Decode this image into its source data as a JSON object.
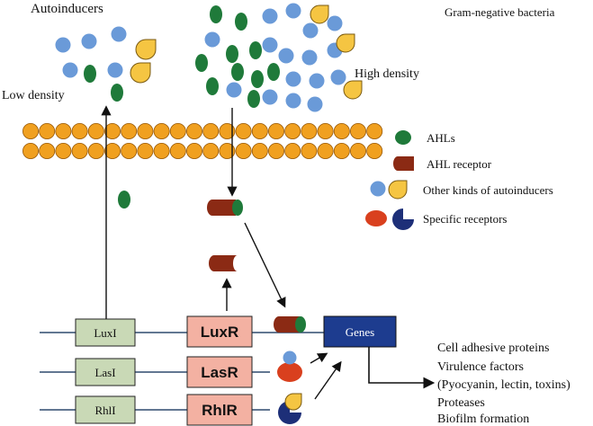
{
  "labels": {
    "autoinducers": "Autoinducers",
    "low_density": "Low density",
    "high_density": "High density",
    "gram_negative": "Gram-negative bacteria"
  },
  "legend": {
    "items": [
      {
        "label": "AHLs"
      },
      {
        "label": "AHL receptor"
      },
      {
        "label": "Other kinds of autoinducers"
      },
      {
        "label": "Specific receptors"
      }
    ]
  },
  "genes": {
    "rows": [
      {
        "synthase": "LuxI",
        "regulator": "LuxR"
      },
      {
        "synthase": "LasI",
        "regulator": "LasR"
      },
      {
        "synthase": "RhlI",
        "regulator": "RhlR"
      }
    ],
    "target_label": "Genes"
  },
  "outcomes": [
    "Cell adhesive proteins",
    "Virulence factors",
    "(Pyocyanin, lectin, toxins)",
    "Proteases",
    "Biofilm formation"
  ],
  "colors": {
    "ahl_green": "#1f7a3a",
    "receptor_red": "#8b2a14",
    "autoinducer_blue": "#6a9ad8",
    "autoinducer_yellow": "#f5c542",
    "specific_receptor_red": "#d9401e",
    "specific_receptor_navy": "#1d2f78",
    "membrane_orange": "#f0a020",
    "synthase_box_green": "#c9d9b6",
    "regulator_box_pink": "#f3b1a2",
    "genes_box_navy": "#1d3c8f",
    "dna_line": "#2e4a6e"
  }
}
